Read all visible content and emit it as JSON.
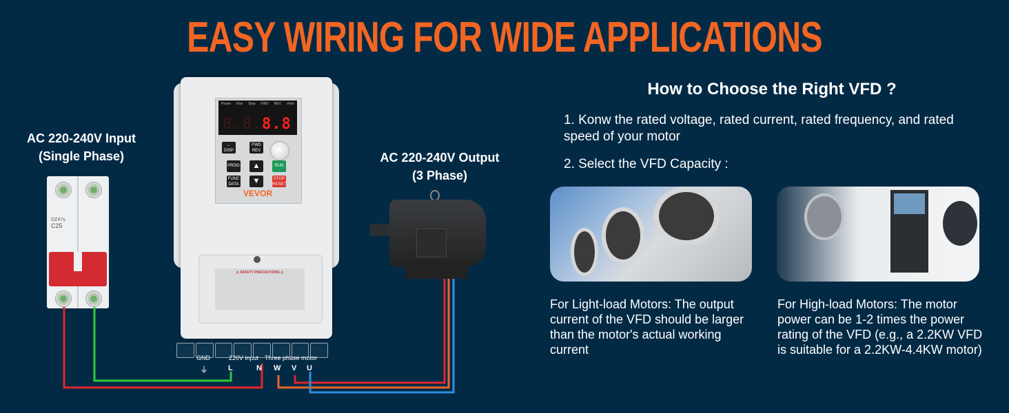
{
  "headline": "EASY WIRING FOR WIDE APPLICATIONS",
  "colors": {
    "background": "#032a45",
    "headline": "#f26522",
    "wire_red": "#e0262c",
    "wire_green": "#2fcb3a",
    "wire_orange": "#e8672a",
    "wire_blue": "#2f8fe0"
  },
  "input_label": {
    "line1": "AC 220-240V Input",
    "line2": "(Single Phase)"
  },
  "output_label": {
    "line1": "AC 220-240V Output",
    "line2": "(3 Phase)"
  },
  "breaker": {
    "model": "DZ47s",
    "rating": "C25"
  },
  "vfd": {
    "indicators": [
      "Power",
      "Run",
      "Stop",
      "FWD",
      "REV",
      "r/min"
    ],
    "display_value": "8.8",
    "keys": {
      "disp": "DISP",
      "fwd_rev_top": "FWD",
      "fwd_rev_bottom": "REV",
      "prog": "PROG",
      "up": "▲",
      "run": "RUN",
      "func": "FUNC",
      "data": "DATA",
      "down": "▼",
      "stop": "STOP",
      "reset": "RESET"
    },
    "brand": "VEVOR",
    "safety_title": "⚠ SAFETY PRECAUTIONS ⚠"
  },
  "terminals": {
    "gnd_label": "GND",
    "input_label": "220V input",
    "motor_label": "Three phase motor",
    "letters": [
      "L",
      "N",
      "W",
      "V",
      "U"
    ]
  },
  "guide": {
    "title": "How to Choose the Right VFD ?",
    "step1": "1. Konw the rated voltage, rated current, rated frequency, and rated speed of your motor",
    "step2": "2. Select the VFD Capacity :",
    "light_load": "For Light-load Motors: The output current of the VFD should be larger than the motor's actual working current",
    "high_load": "For High-load Motors: The motor power can be 1-2 times the power rating of the VFD (e.g., a 2.2KW VFD is suitable for a 2.2KW-4.4KW motor)"
  }
}
